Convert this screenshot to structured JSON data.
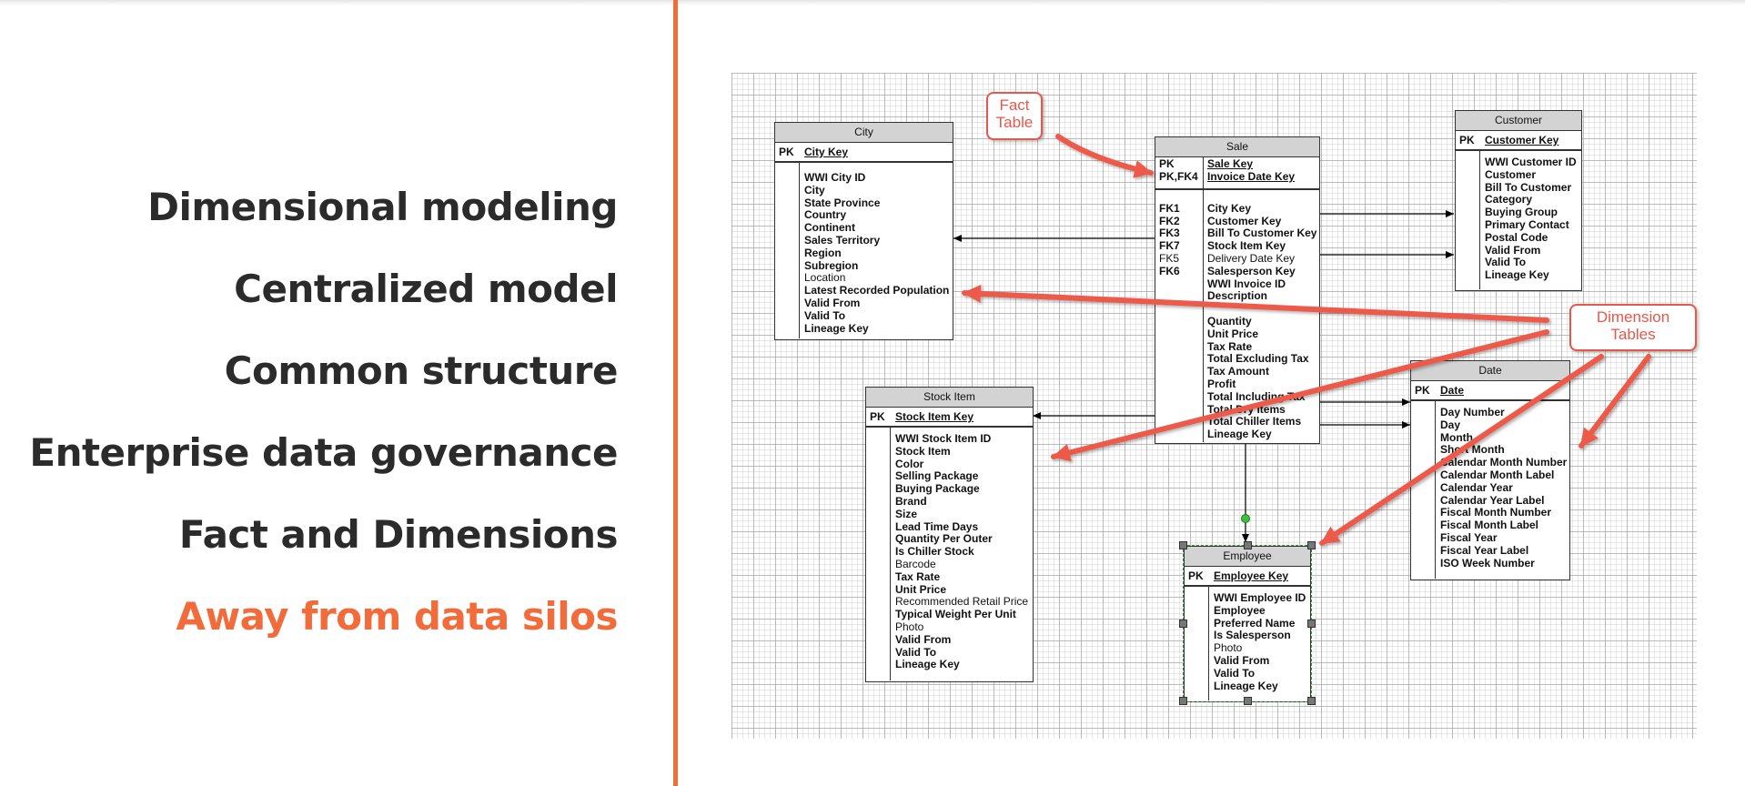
{
  "bullets": [
    {
      "text": "Dimensional modeling"
    },
    {
      "text": "Centralized model"
    },
    {
      "text": "Common structure"
    },
    {
      "text": "Enterprise data governance"
    },
    {
      "text": "Fact and Dimensions"
    },
    {
      "text": "Away from data silos",
      "highlighted": true
    }
  ],
  "colors": {
    "accent": "#f26b3a",
    "callout": "#e8574a"
  },
  "callouts": {
    "fact": [
      "Fact",
      "Table"
    ],
    "dimension": [
      "Dimension",
      "Tables"
    ]
  },
  "tables": {
    "city": {
      "title": "City",
      "pk": {
        "key": "PK",
        "name": "City Key"
      },
      "keys": [],
      "columns": [
        {
          "text": "WWI City ID",
          "bold": true
        },
        {
          "text": "City",
          "bold": true
        },
        {
          "text": "State Province",
          "bold": true
        },
        {
          "text": "Country",
          "bold": true
        },
        {
          "text": "Continent",
          "bold": true
        },
        {
          "text": "Sales Territory",
          "bold": true
        },
        {
          "text": "Region",
          "bold": true
        },
        {
          "text": "Subregion",
          "bold": true
        },
        {
          "text": "Location",
          "bold": false
        },
        {
          "text": "Latest Recorded Population",
          "bold": true
        },
        {
          "text": "Valid From",
          "bold": true
        },
        {
          "text": "Valid To",
          "bold": true
        },
        {
          "text": "Lineage Key",
          "bold": true
        }
      ]
    },
    "sale": {
      "title": "Sale",
      "pk_rows": [
        {
          "key": "PK",
          "name": "Sale Key"
        },
        {
          "key": "PK,FK4",
          "name": "Invoice Date Key"
        }
      ],
      "keys": [
        "",
        "FK1",
        "FK2",
        "FK3",
        "FK7",
        "FK5",
        "FK6"
      ],
      "columns": [
        {
          "text": "",
          "bold": false
        },
        {
          "text": "City Key",
          "bold": true
        },
        {
          "text": "Customer Key",
          "bold": true
        },
        {
          "text": "Bill To Customer Key",
          "bold": true
        },
        {
          "text": "Stock Item Key",
          "bold": true
        },
        {
          "text": "Delivery Date Key",
          "bold": false
        },
        {
          "text": "Salesperson Key",
          "bold": true
        },
        {
          "text": "WWI Invoice ID",
          "bold": true
        },
        {
          "text": "Description",
          "bold": true
        },
        {
          "text": "",
          "bold": false
        },
        {
          "text": "Quantity",
          "bold": true
        },
        {
          "text": "Unit Price",
          "bold": true
        },
        {
          "text": "Tax Rate",
          "bold": true
        },
        {
          "text": "Total Excluding Tax",
          "bold": true
        },
        {
          "text": "Tax Amount",
          "bold": true
        },
        {
          "text": "Profit",
          "bold": true
        },
        {
          "text": "Total Including Tax",
          "bold": true
        },
        {
          "text": "Total Dry Items",
          "bold": true
        },
        {
          "text": "Total Chiller Items",
          "bold": true
        },
        {
          "text": "Lineage Key",
          "bold": true
        }
      ]
    },
    "customer": {
      "title": "Customer",
      "pk": {
        "key": "PK",
        "name": "Customer Key"
      },
      "keys": [],
      "columns": [
        {
          "text": "WWI Customer ID",
          "bold": true
        },
        {
          "text": "Customer",
          "bold": true
        },
        {
          "text": "Bill To Customer",
          "bold": true
        },
        {
          "text": "Category",
          "bold": true
        },
        {
          "text": "Buying Group",
          "bold": true
        },
        {
          "text": "Primary Contact",
          "bold": true
        },
        {
          "text": "Postal Code",
          "bold": true
        },
        {
          "text": "Valid From",
          "bold": true
        },
        {
          "text": "Valid To",
          "bold": true
        },
        {
          "text": "Lineage Key",
          "bold": true
        }
      ]
    },
    "stock": {
      "title": "Stock Item",
      "pk": {
        "key": "PK",
        "name": "Stock Item Key"
      },
      "keys": [],
      "columns": [
        {
          "text": "WWI Stock Item ID",
          "bold": true
        },
        {
          "text": "Stock Item",
          "bold": true
        },
        {
          "text": "Color",
          "bold": true
        },
        {
          "text": "Selling Package",
          "bold": true
        },
        {
          "text": "Buying Package",
          "bold": true
        },
        {
          "text": "Brand",
          "bold": true
        },
        {
          "text": "Size",
          "bold": true
        },
        {
          "text": "Lead Time Days",
          "bold": true
        },
        {
          "text": "Quantity Per Outer",
          "bold": true
        },
        {
          "text": "Is Chiller Stock",
          "bold": true
        },
        {
          "text": "Barcode",
          "bold": false
        },
        {
          "text": "Tax Rate",
          "bold": true
        },
        {
          "text": "Unit Price",
          "bold": true
        },
        {
          "text": "Recommended Retail Price",
          "bold": false
        },
        {
          "text": "Typical Weight Per Unit",
          "bold": true
        },
        {
          "text": "Photo",
          "bold": false
        },
        {
          "text": "Valid From",
          "bold": true
        },
        {
          "text": "Valid To",
          "bold": true
        },
        {
          "text": "Lineage Key",
          "bold": true
        }
      ]
    },
    "date": {
      "title": "Date",
      "pk": {
        "key": "PK",
        "name": "Date"
      },
      "keys": [],
      "columns": [
        {
          "text": "Day Number",
          "bold": true
        },
        {
          "text": "Day",
          "bold": true
        },
        {
          "text": "Month",
          "bold": true
        },
        {
          "text": "Short Month",
          "bold": true
        },
        {
          "text": "Calendar Month Number",
          "bold": true
        },
        {
          "text": "Calendar Month Label",
          "bold": true
        },
        {
          "text": "Calendar Year",
          "bold": true
        },
        {
          "text": "Calendar Year Label",
          "bold": true
        },
        {
          "text": "Fiscal Month Number",
          "bold": true
        },
        {
          "text": "Fiscal Month Label",
          "bold": true
        },
        {
          "text": "Fiscal Year",
          "bold": true
        },
        {
          "text": "Fiscal Year Label",
          "bold": true
        },
        {
          "text": "ISO Week Number",
          "bold": true
        }
      ]
    },
    "employee": {
      "title": "Employee",
      "pk": {
        "key": "PK",
        "name": "Employee Key"
      },
      "keys": [],
      "columns": [
        {
          "text": "WWI Employee ID",
          "bold": true
        },
        {
          "text": "Employee",
          "bold": true
        },
        {
          "text": "Preferred Name",
          "bold": true
        },
        {
          "text": "Is Salesperson",
          "bold": true
        },
        {
          "text": "Photo",
          "bold": false
        },
        {
          "text": "Valid From",
          "bold": true
        },
        {
          "text": "Valid To",
          "bold": true
        },
        {
          "text": "Lineage Key",
          "bold": true
        }
      ]
    }
  }
}
